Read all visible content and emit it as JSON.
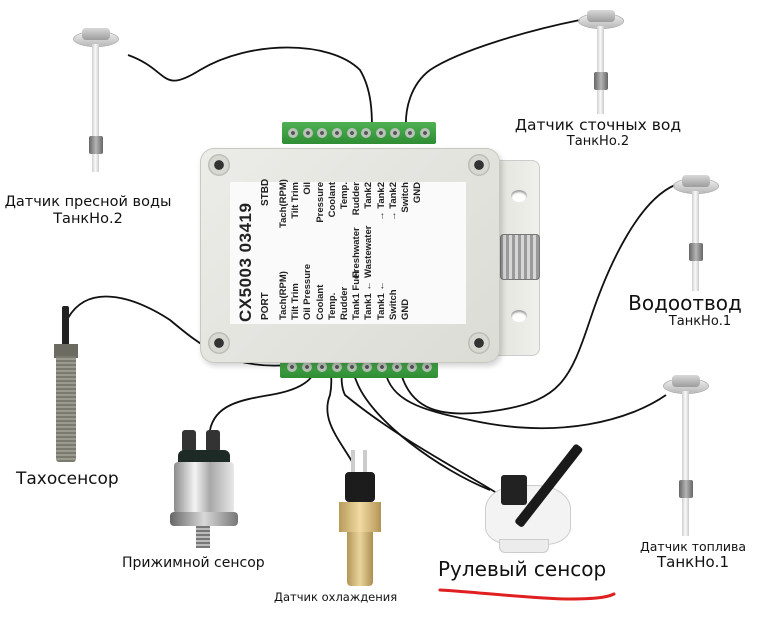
{
  "diagram": {
    "device": {
      "model": "CX5003  03419",
      "port_header": "PORT",
      "stbd_header": "STBD",
      "port_terminals": [
        "Tach(RPM)",
        "Tilt/Trim",
        "Oil Pressure",
        "Coolant Temp.",
        "Rudder",
        "Tank1 Fuel",
        "Tank1 ← Freshwater → Tank2",
        "Tank1 ← Wastewater → Tank2",
        "Switch",
        "GND"
      ],
      "port_column": [
        "Tach(RPM)",
        "Tilt Trim",
        "Oil Pressure",
        "Coolant Temp.",
        "Rudder",
        "Tank1 Fuel",
        "Tank1 ←",
        "Tank1 ←",
        "Switch",
        "GND"
      ],
      "middle_column": [
        "",
        "",
        "",
        "",
        "",
        "",
        "Freshwater",
        "Wastewater",
        "",
        ""
      ],
      "stbd_column": [
        "Tach(RPM)",
        "Tilt Trim",
        "Oil Pressure",
        "Coolant Temp.",
        "Rudder",
        "Tank2",
        "→ Tank2",
        "→ Tank2",
        "Switch",
        "GND"
      ]
    },
    "sensors": [
      {
        "id": "freshwater",
        "name": "Датчик пресной воды",
        "tank": "ТанкНо.2",
        "icon": "tank-level-sensor-icon"
      },
      {
        "id": "wastewater",
        "name": "Датчик сточных вод",
        "tank": "ТанкНо.2",
        "icon": "tank-level-sensor-icon"
      },
      {
        "id": "drain",
        "name": "Водоотвод",
        "tank": "ТанкНо.1",
        "icon": "tank-level-sensor-icon"
      },
      {
        "id": "tacho",
        "name": "Тахосенсор",
        "icon": "tachometer-probe-icon"
      },
      {
        "id": "pressure",
        "name": "Прижимной сенсор",
        "icon": "oil-pressure-sender-icon"
      },
      {
        "id": "coolant",
        "name": "Датчик охлаждения",
        "icon": "temperature-sender-icon"
      },
      {
        "id": "rudder",
        "name": "Рулевый сенсор",
        "icon": "rudder-sensor-icon",
        "highlight": "red-underline"
      },
      {
        "id": "fuel",
        "name": "Датчик топлива",
        "tank": "ТанкНо.1",
        "icon": "tank-level-sensor-icon"
      }
    ],
    "colors": {
      "terminal_green": "#3aa040",
      "wire": "#111111",
      "case": "#e6e6e1",
      "highlight_red": "#e02020"
    }
  }
}
